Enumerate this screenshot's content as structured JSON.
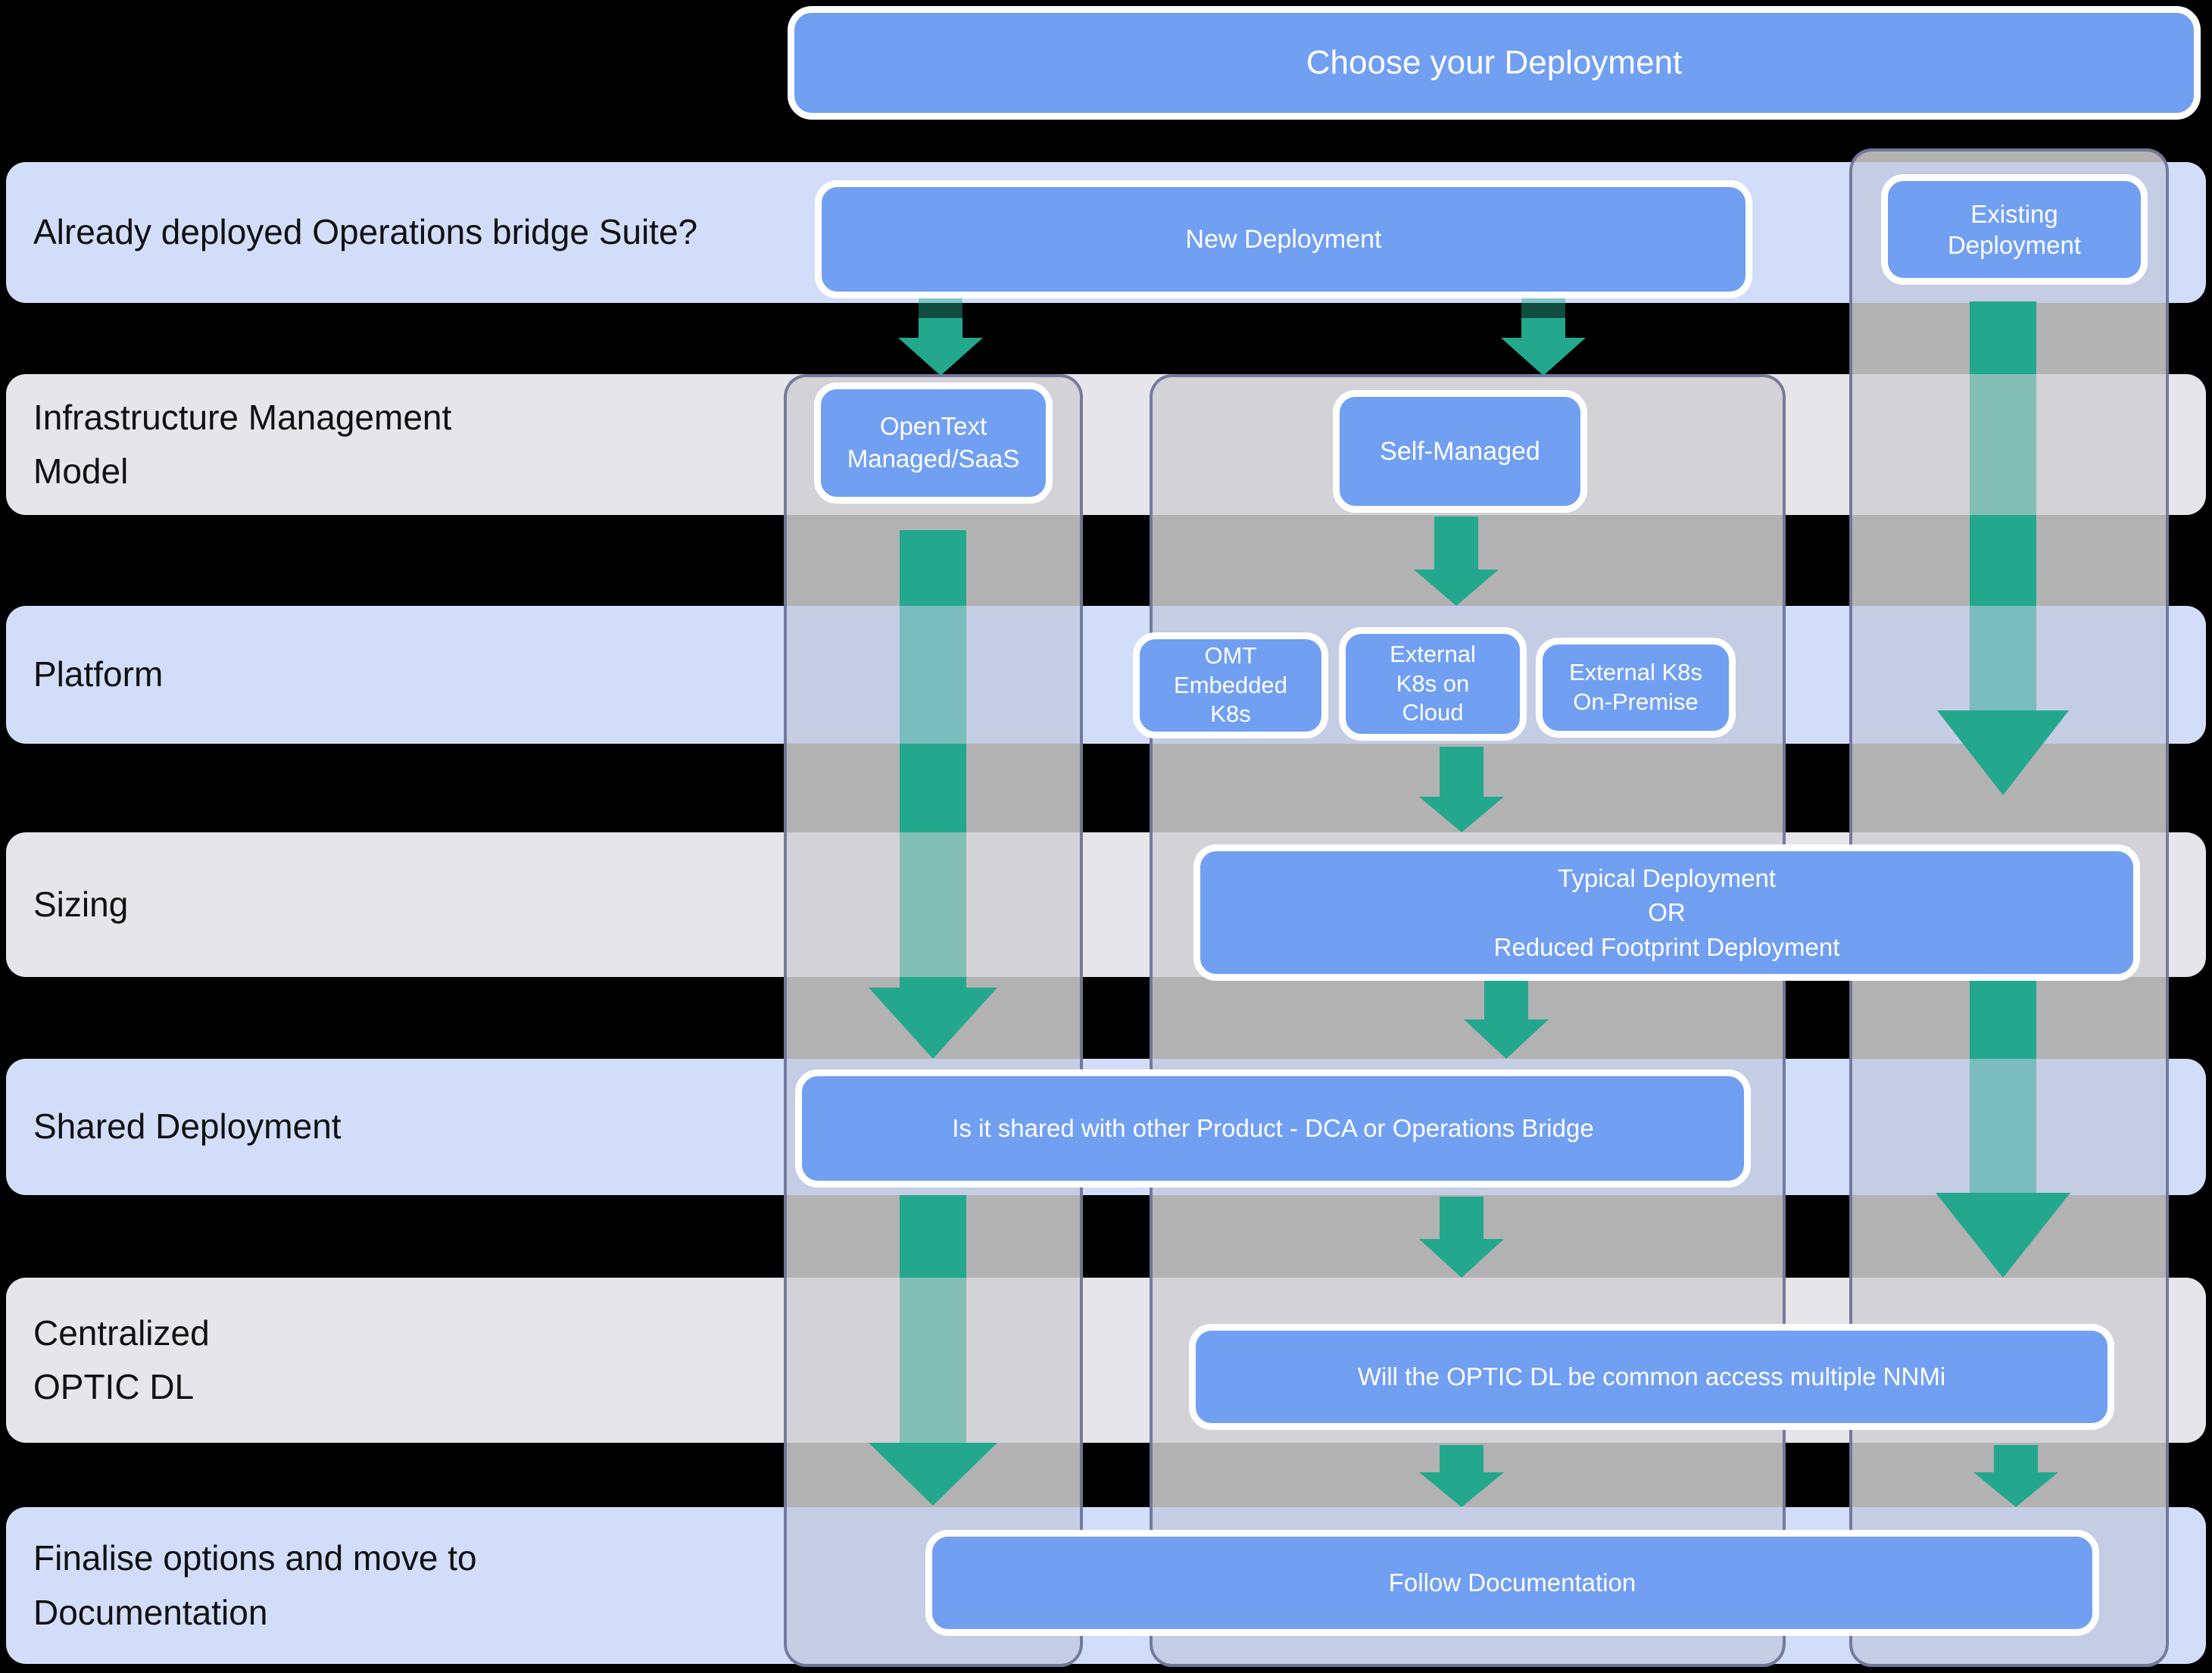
{
  "title": "Choose your Deployment",
  "rows": [
    {
      "label": "Already deployed Operations bridge Suite?",
      "buttons": [
        "New Deployment",
        "Existing\nDeployment"
      ]
    },
    {
      "label": "Infrastructure Management\nModel",
      "buttons": [
        "OpenText\nManaged/SaaS",
        "Self-Managed"
      ]
    },
    {
      "label": "Platform",
      "buttons": [
        "OMT\nEmbedded\nK8s",
        "External\nK8s on\nCloud",
        "External K8s\nOn-Premise"
      ]
    },
    {
      "label": "Sizing",
      "buttons": [
        "Typical Deployment\nOR\nReduced Footprint  Deployment"
      ]
    },
    {
      "label": "Shared Deployment",
      "buttons": [
        "Is it shared  with other Product - DCA or Operations Bridge"
      ]
    },
    {
      "label": "Centralized\nOPTIC DL",
      "buttons": [
        "Will the OPTIC DL be common access multiple NNMi"
      ]
    },
    {
      "label": "Finalise options and move to\nDocumentation",
      "buttons": [
        "Follow Documentation"
      ]
    }
  ],
  "colors": {
    "background": "#000000",
    "box_blue": "#719ff2",
    "box_border_white": "#ffffff",
    "band_blue": "#d2def9",
    "band_gray": "#e6e5ea",
    "column_gray": "#bbbbbc",
    "column_border": "#666b90",
    "arrow_teal": "#23a88d",
    "label_text": "#111111"
  }
}
